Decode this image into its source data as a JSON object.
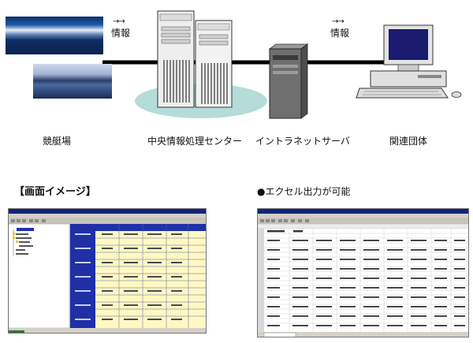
{
  "flow_labels": {
    "left": "情報",
    "right": "情報"
  },
  "captions": {
    "boat_race": "競艇場",
    "center": "中央情報処理センター",
    "intranet": "イントラネットサーバ",
    "org": "関連団体"
  },
  "headings": {
    "screen_image": "【画面イメージ】",
    "excel_output": "●エクセル出力が可能"
  },
  "colors": {
    "network_line": "#000000",
    "ellipse": "#b4dcd8",
    "app_blue": "#1f2fa6",
    "app_yellow": "#fff8c2",
    "titlebar": "#10247a"
  }
}
